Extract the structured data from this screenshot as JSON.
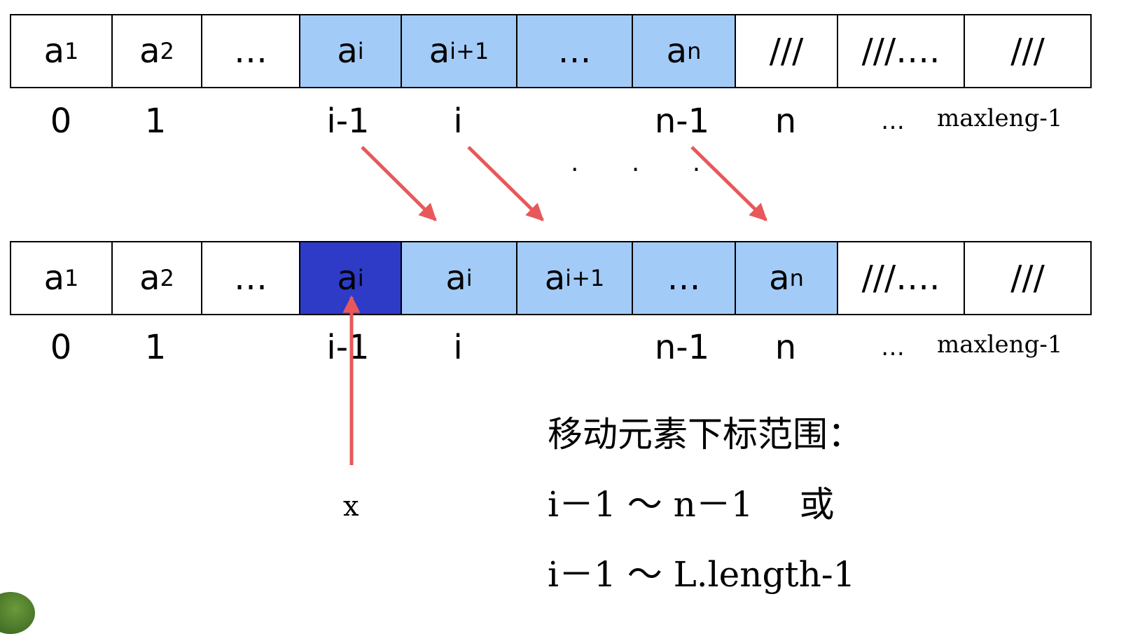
{
  "top_array": {
    "cells": [
      {
        "base": "a",
        "sub": "1",
        "style": "white"
      },
      {
        "base": "a",
        "sub": "2",
        "style": "white"
      },
      {
        "base": "…",
        "sub": "",
        "style": "white"
      },
      {
        "base": "a",
        "sub": "i",
        "style": "light"
      },
      {
        "base": "a",
        "sub": "i+1",
        "style": "light"
      },
      {
        "base": "…",
        "sub": "",
        "style": "light"
      },
      {
        "base": "a",
        "sub": "n",
        "style": "light"
      },
      {
        "base": "///",
        "sub": "",
        "style": "white"
      },
      {
        "base": "///….",
        "sub": "",
        "style": "white"
      },
      {
        "base": "///",
        "sub": "",
        "style": "white"
      }
    ],
    "indices": [
      "0",
      "1",
      "i-1",
      "i",
      "n-1",
      "n",
      "…",
      "maxleng-1"
    ]
  },
  "middle_dots": "· · ·",
  "bottom_array": {
    "cells": [
      {
        "base": "a",
        "sub": "1",
        "style": "white"
      },
      {
        "base": "a",
        "sub": "2",
        "style": "white"
      },
      {
        "base": "…",
        "sub": "",
        "style": "white"
      },
      {
        "base": "a",
        "sub": "i",
        "style": "dark"
      },
      {
        "base": "a",
        "sub": "i",
        "style": "light"
      },
      {
        "base": "a",
        "sub": "i+1",
        "style": "light"
      },
      {
        "base": "…",
        "sub": "",
        "style": "light"
      },
      {
        "base": "a",
        "sub": "n",
        "style": "light"
      },
      {
        "base": "///….",
        "sub": "",
        "style": "white"
      },
      {
        "base": "///",
        "sub": "",
        "style": "white"
      }
    ],
    "indices": [
      "0",
      "1",
      "i-1",
      "i",
      "n-1",
      "n",
      "…",
      "maxleng-1"
    ]
  },
  "insert_label": "x",
  "notes": {
    "line1": "移动元素下标范围：",
    "line2": "i－1 ～ n－1　 或",
    "line3": "i－1 ～ L.length-1"
  },
  "colors": {
    "light_cell": "#a3cbf7",
    "dark_cell": "#2d3bc7",
    "arrow": "#e8585a"
  }
}
